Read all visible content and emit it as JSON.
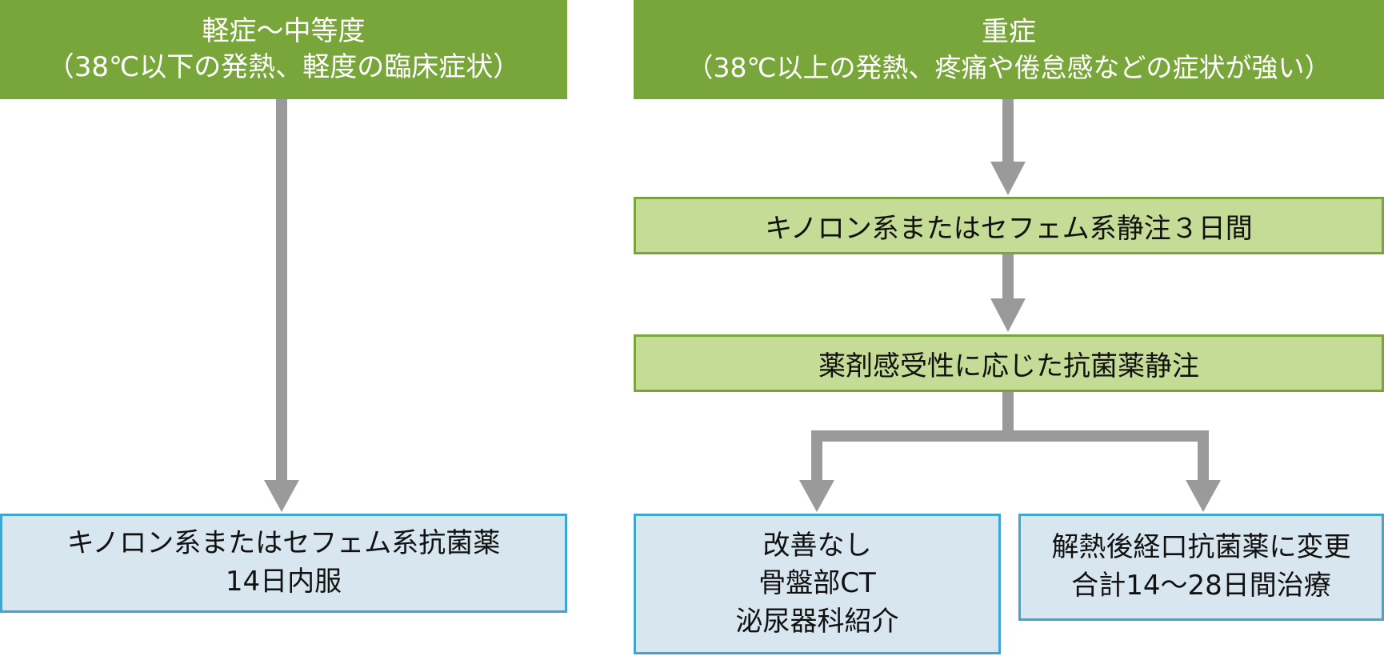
{
  "colors": {
    "header_fill": "#78a63a",
    "step_fill": "#c5dc96",
    "step_border": "#78a63a",
    "outcome_fill": "#d8e6ef",
    "outcome_border": "#3fa6d3",
    "arrow": "#9a9a9a"
  },
  "mild": {
    "header_line1": "軽症～中等度",
    "header_line2": "（38℃以下の発熱、軽度の臨床症状）",
    "treatment_line1": "キノロン系またはセフェム系抗菌薬",
    "treatment_line2": "14日内服"
  },
  "severe": {
    "header_line1": "重症",
    "header_line2": "（38℃以上の発熱、疼痛や倦怠感などの症状が強い）",
    "step1": "キノロン系またはセフェム系静注３日間",
    "step2": "薬剤感受性に応じた抗菌薬静注",
    "outcome_left_line1": "改善なし",
    "outcome_left_line2": "骨盤部CT",
    "outcome_left_line3": "泌尿器科紹介",
    "outcome_right_line1": "解熱後経口抗菌薬に変更",
    "outcome_right_line2": "合計14～28日間治療"
  }
}
